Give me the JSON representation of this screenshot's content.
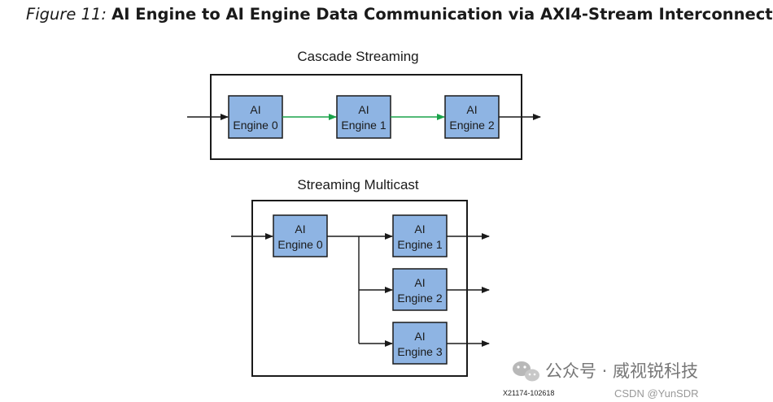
{
  "caption": {
    "number": "Figure 11:",
    "title": "AI Engine to AI Engine Data Communication via AXI4-Stream Interconnect"
  },
  "cascade": {
    "title": "Cascade Streaming",
    "engines": [
      {
        "line1": "AI",
        "line2": "Engine 0"
      },
      {
        "line1": "AI",
        "line2": "Engine 1"
      },
      {
        "line1": "AI",
        "line2": "Engine 2"
      }
    ]
  },
  "multicast": {
    "title": "Streaming Multicast",
    "source": {
      "line1": "AI",
      "line2": "Engine 0"
    },
    "targets": [
      {
        "line1": "AI",
        "line2": "Engine 1"
      },
      {
        "line1": "AI",
        "line2": "Engine 2"
      },
      {
        "line1": "AI",
        "line2": "Engine 3"
      }
    ]
  },
  "doc_id": "X21174-102618",
  "watermark": {
    "main": "公众号 · 威视锐科技",
    "sub": "CSDN @YunSDR"
  },
  "colors": {
    "engine_fill": "#8eb4e3",
    "cascade_link": "#1aa34a",
    "line": "#1a1a1a"
  },
  "icons": {
    "watermark": "wechat-icon"
  }
}
